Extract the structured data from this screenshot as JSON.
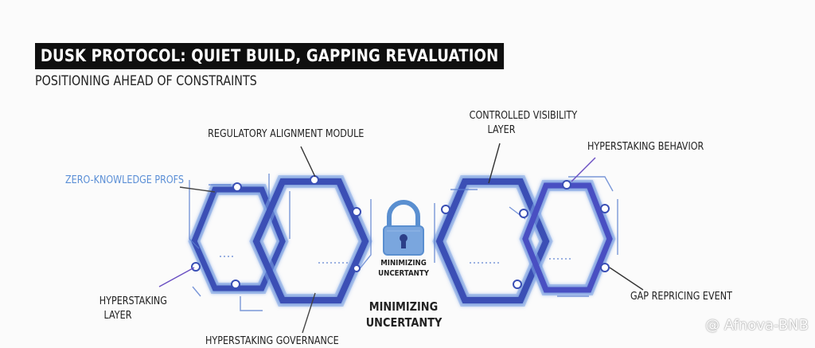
{
  "title": "DUSK PROTOCOL: QUIET BUILD, GAPPING REVALUATION",
  "subtitle": "POSITIONING AHEAD OF CONSTRAINTS",
  "labels": {
    "regulatory": "REGULATORY ALIGNMENT MODULE",
    "zk": "ZERO-KNOWLEDGE PROFS",
    "hyperstaking_layer_1": "HYPERSTAKING",
    "hyperstaking_layer_2": "LAYER",
    "hyperstaking_governance": "HYPERSTAKING GOVERNANCE",
    "controlled_visibility_1": "CONTROLLED VISIBILITY",
    "controlled_visibility_2": "LAYER",
    "hyperstaking_behavior": "HYPERSTAKING BEHAVIOR",
    "gap_repricing": "GAP REPRICING EVENT",
    "lock_caption_1": "MINIMIZING",
    "lock_caption_2": "UNCERTANTY",
    "center_caption_1": "MINIMIZING",
    "center_caption_2": "UNCERTANTY"
  },
  "watermark": "@ Afnova-BNB",
  "colors": {
    "hex_stroke": "#3a4fb5",
    "hex_glow": "#7fa6e6",
    "circuit": "#5b7fd0",
    "lock": "#5a8fd0",
    "accent_purple": "#6a4fc2",
    "text": "#222222"
  }
}
